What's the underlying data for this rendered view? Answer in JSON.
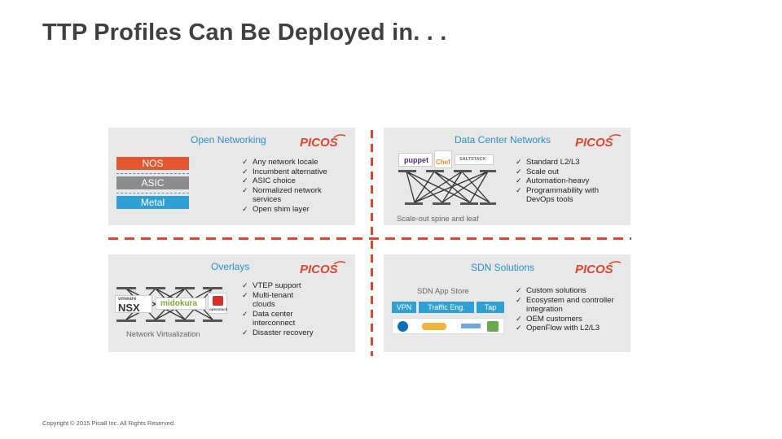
{
  "title": "TTP Profiles Can Be Deployed in. . .",
  "copyright": "Copyright © 2015 Pica8 Inc. All Rights Reserved.",
  "brand": {
    "logo_text": "PICOS",
    "accent": "#e0442f",
    "blue": "#2a8fc4"
  },
  "panels": {
    "open_networking": {
      "title": "Open Networking",
      "layers": [
        "NOS",
        "ASIC",
        "Metal"
      ],
      "bullets": [
        "Any network locale",
        "Incumbent alternative",
        "ASIC choice",
        "Normalized network services",
        "Open shim layer"
      ]
    },
    "data_center": {
      "title": "Data Center Networks",
      "caption": "Scale-out spine and leaf",
      "tool_labels": [
        "puppet",
        "Chef",
        "SALTSTACK"
      ],
      "bullets": [
        "Standard L2/L3",
        "Scale out",
        "Automation-heavy",
        "Programmability with DevOps tools"
      ]
    },
    "overlays": {
      "title": "Overlays",
      "caption": "Network Virtualization",
      "tool_labels": [
        "vmware",
        "NSX",
        "midokura",
        "openstack"
      ],
      "bullets": [
        "VTEP support",
        "Multi-tenant clouds",
        "Data center interconnect",
        "Disaster recovery"
      ]
    },
    "sdn": {
      "title": "SDN Solutions",
      "caption": "SDN App Store",
      "tags": [
        "VPN",
        "Traffic Eng.",
        "Tap"
      ],
      "bullets": [
        "Custom solutions",
        "Ecosystem and controller integration",
        "OEM customers",
        "OpenFlow with L2/L3"
      ]
    }
  }
}
